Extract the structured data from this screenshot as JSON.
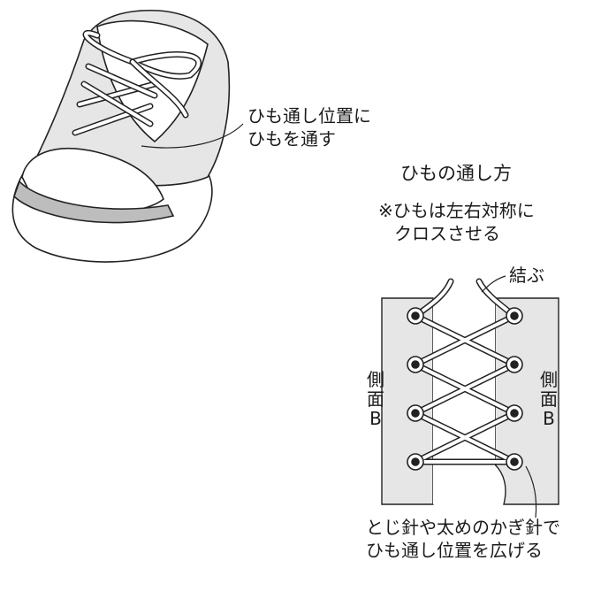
{
  "callout_threading": {
    "line1": "ひも通し位置に",
    "line2": "ひもを通す"
  },
  "lacing_title": "ひもの通し方",
  "lacing_note": {
    "line1": "※ひもは左右対称に",
    "line2": "クロスさせる"
  },
  "tie_label": "結ぶ",
  "side_label_left": {
    "char1": "側",
    "char2": "面",
    "char3": "B"
  },
  "side_label_right": {
    "char1": "側",
    "char2": "面",
    "char3": "B"
  },
  "tool_note": {
    "line1": "とじ針や太めのかぎ針で",
    "line2": "ひも通し位置を広げる"
  },
  "colors": {
    "panel_gray": "#e6e6e6",
    "toe_band": "#bdbdbd",
    "stroke": "#222222"
  }
}
